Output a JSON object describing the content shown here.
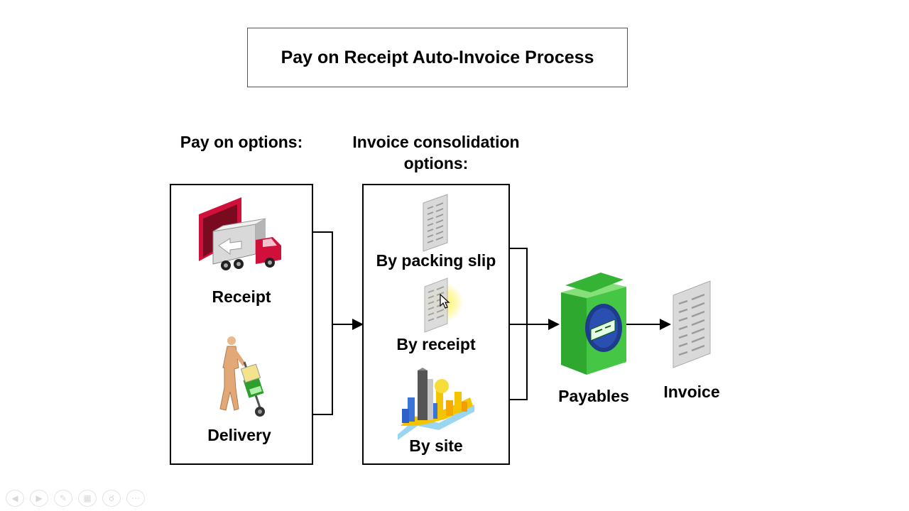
{
  "title": "Pay on Receipt Auto-Invoice Process",
  "headings": {
    "pay_on": "Pay on options:",
    "consolidation_line1": "Invoice consolidation",
    "consolidation_line2": "options:"
  },
  "pay_on_options": {
    "receipt": "Receipt",
    "delivery": "Delivery"
  },
  "consolidation_options": {
    "packing_slip": "By packing slip",
    "receipt": "By receipt",
    "site": "By site"
  },
  "outputs": {
    "payables": "Payables",
    "invoice": "Invoice"
  },
  "icons": {
    "receipt": "truck-at-dock-icon",
    "delivery": "person-with-hand-truck-icon",
    "packing_slip": "document-icon",
    "by_receipt": "document-icon",
    "by_site": "city-skyline-icon",
    "payables": "payables-box-icon",
    "invoice": "document-icon",
    "cursor": "mouse-pointer-icon"
  },
  "toolbar": [
    "prev-icon",
    "next-icon",
    "pen-icon",
    "slides-icon",
    "zoom-icon",
    "more-icon"
  ],
  "colors": {
    "truck_red": "#d0103a",
    "payables_green": "#3fbf3f",
    "payables_blue": "#1e3c8c",
    "document_gray": "#cccccc",
    "cursor_highlight": "#fff050"
  }
}
